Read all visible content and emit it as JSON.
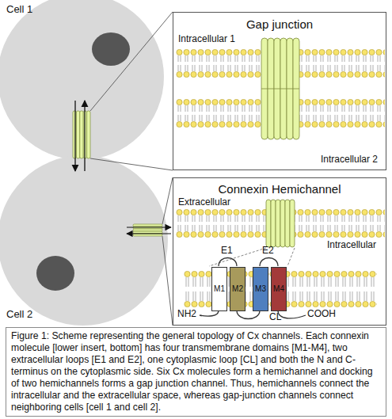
{
  "diagram": {
    "caption": "Figure 1: Scheme representing the general topology of Cx channels. Each connexin molecule [lower insert, bottom] has four transmembrane domains [M1-M4], two extracellular loops [E1 and E2], one cytoplasmic loop [CL] and both the N and C-terminus on the cytoplasmic side. Six Cx molecules form a hemichannel and docking of two hemichannels forms a gap junction channel. Thus, hemichannels connect the intracellular and the extracellular space, whereas gap-junction channels connect neighboring cells [cell 1 and cell 2].",
    "nodes": [
      {
        "text": [
          "Cell 1"
        ]
      },
      {
        "text": [
          "Gap junction",
          "Intracellular 1",
          "Intracellular 2"
        ]
      },
      {
        "text": [
          "Connexin Hemichannel",
          "Extracellular",
          "Intracellular"
        ]
      },
      {
        "text": [
          "M1"
        ],
        "in": 2
      },
      {
        "text": [
          "M2"
        ],
        "in": 2
      },
      {
        "text": [
          "M3"
        ],
        "in": 2
      },
      {
        "text": [
          "M4"
        ],
        "in": 2
      },
      {
        "text": [
          "Cell 2"
        ]
      }
    ],
    "edges": [
      {
        "from": 0,
        "to": 7,
        "arrow": "both"
      }
    ],
    "labels": [
      "E1",
      "E2",
      "NH2",
      "CL",
      "COOH"
    ]
  }
}
